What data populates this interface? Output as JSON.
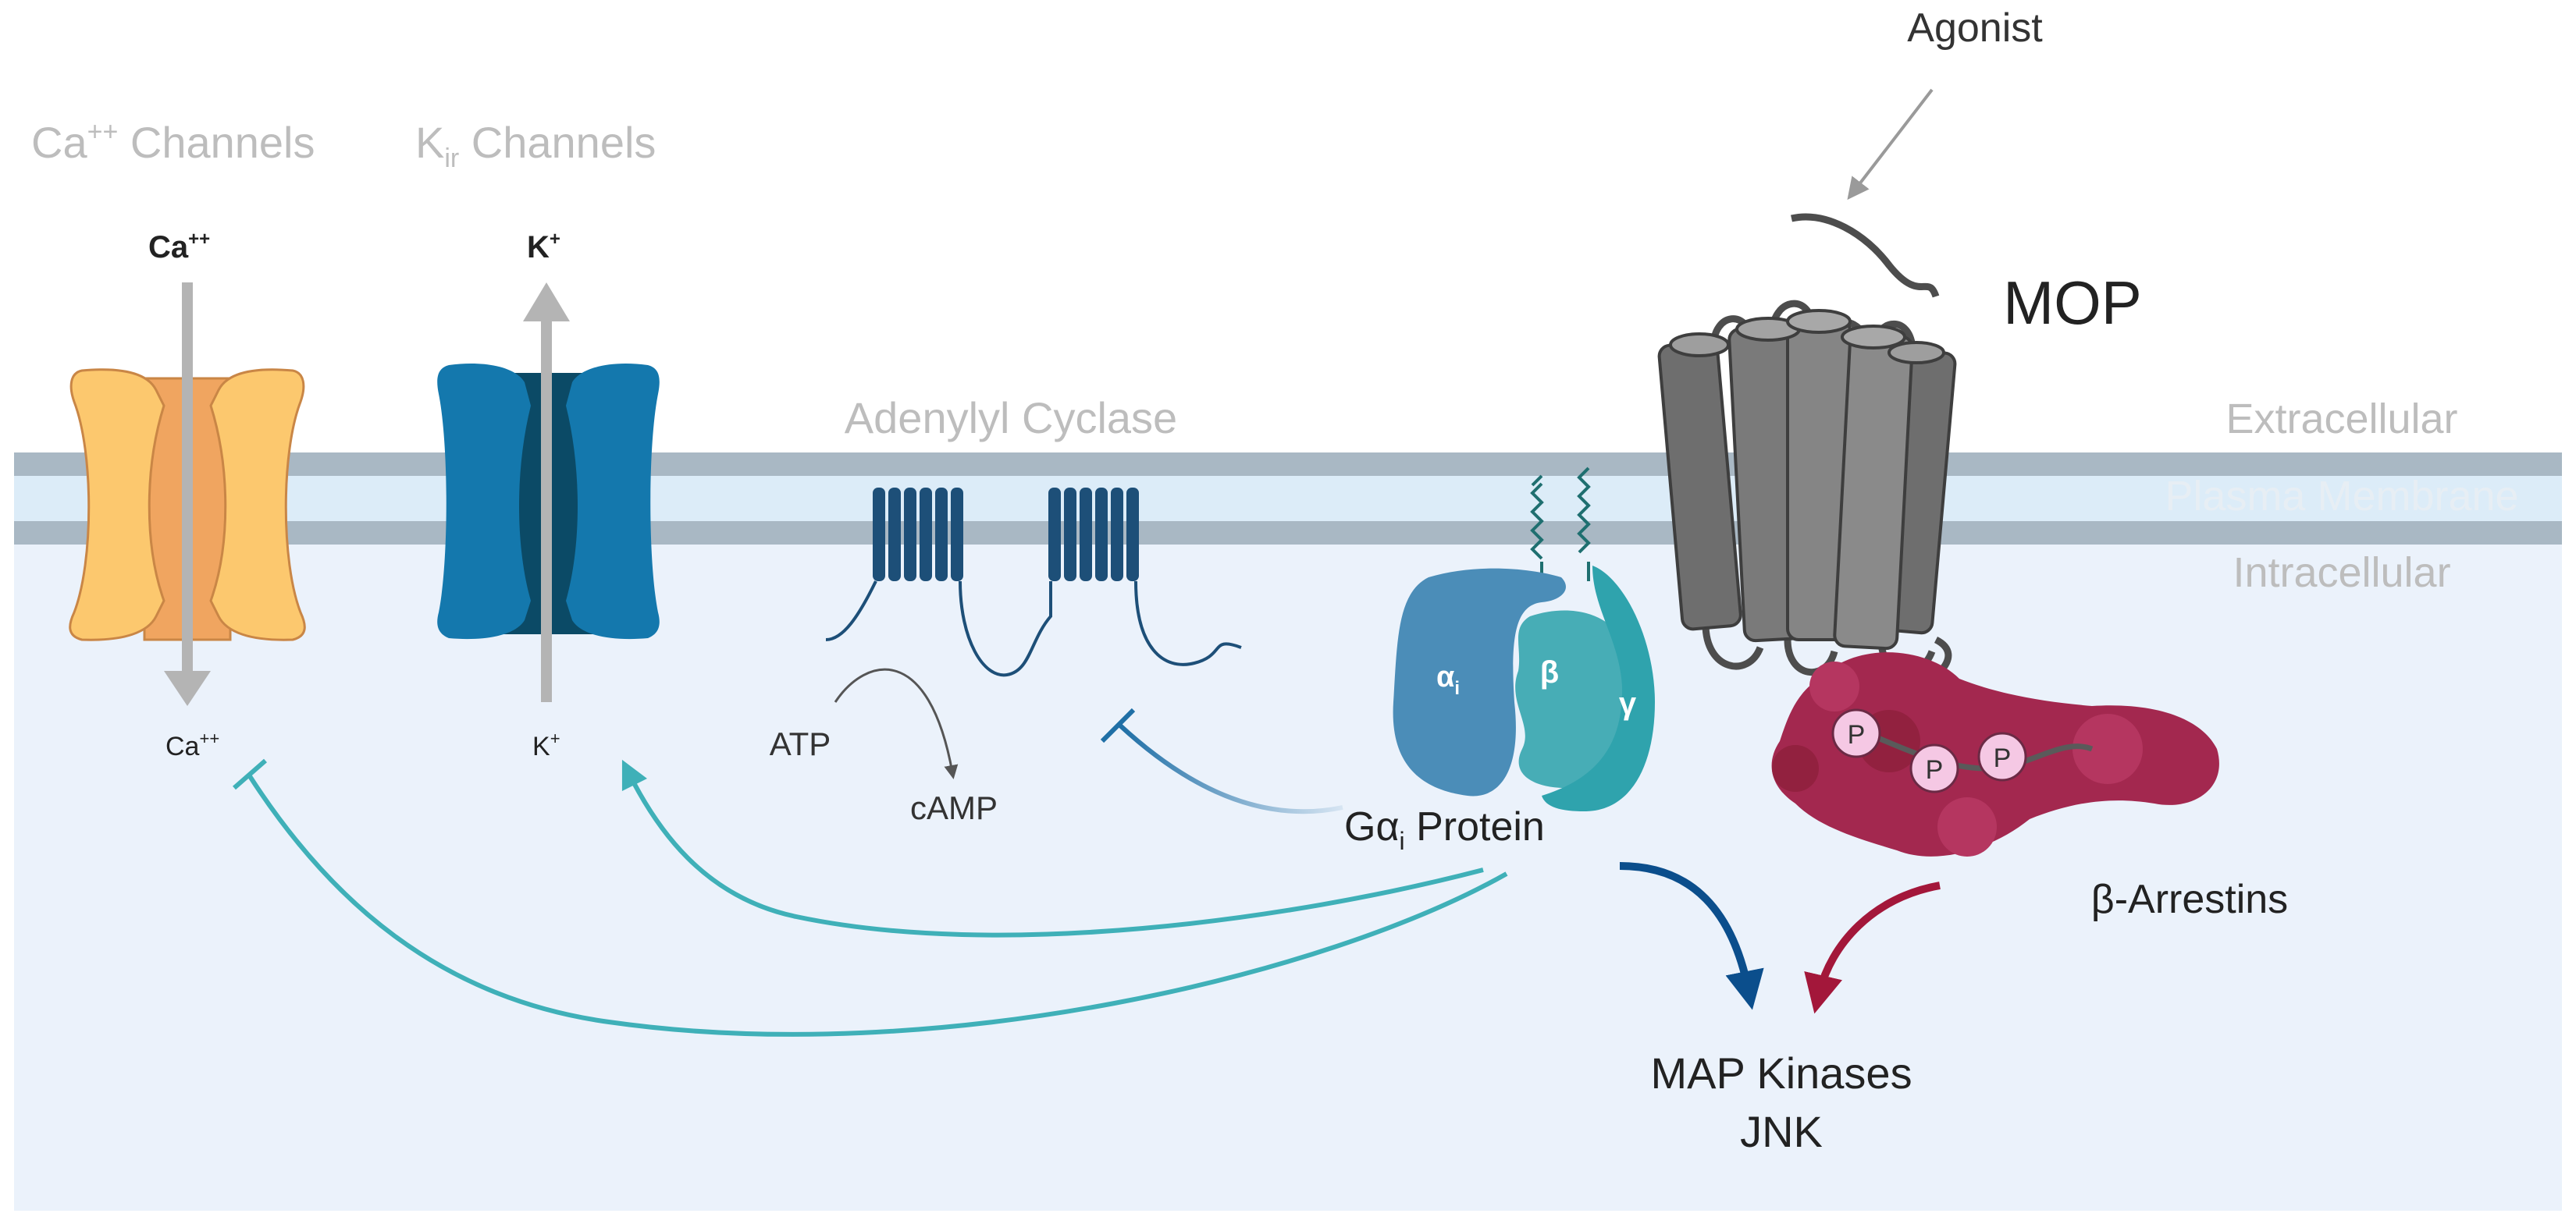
{
  "labels": {
    "agonist": "Agonist",
    "ca_channels_prefix": "Ca",
    "ca_channels_sup": "++",
    "ca_channels_suffix": " Channels",
    "kir_channels_prefix": "K",
    "kir_channels_sub": "ir",
    "kir_channels_suffix": " Channels",
    "ca_top": "Ca",
    "ca_top_sup": "++",
    "k_top": "K",
    "k_top_sup": "+",
    "ca_bottom": "Ca",
    "ca_bottom_sup": "++",
    "k_bottom": "K",
    "k_bottom_sup": "+",
    "adenylyl_cyclase": "Adenylyl Cyclase",
    "atp": "ATP",
    "camp": "cAMP",
    "mop": "MOP",
    "extracellular": "Extracellular",
    "plasma_membrane": "Plasma Membrane",
    "intracellular": "Intracellular",
    "alpha_i": "α",
    "alpha_i_sub": "i",
    "beta": "β",
    "gamma": "γ",
    "g_protein_prefix": "Gα",
    "g_protein_sub": "i",
    "g_protein_suffix": " Protein",
    "phospho_1": "P",
    "phospho_2": "P",
    "phospho_3": "P",
    "beta_arrestins": "β-Arrestins",
    "map_kinases": "MAP Kinases",
    "jnk": "JNK"
  },
  "colors": {
    "membrane_line": "#a9b8c4",
    "membrane_fill": "#dcecf8",
    "cytoplasm": "#ebf2fb",
    "ca_channel_outer": "#fcc86e",
    "ca_channel_inner": "#f0a560",
    "k_channel_outer": "#1478ad",
    "k_channel_inner": "#0b4a66",
    "cyclase": "#1d4f78",
    "alpha_subunit": "#4b8db8",
    "beta_subunit": "#47adb6",
    "gamma_subunit": "#2fa3ad",
    "receptor": "#8a8a8a",
    "arrestin": "#a3284f",
    "phospho": "#f5c8e4",
    "teal_arrow": "#3fb0b8",
    "blue_arrow": "#0b4e8c",
    "red_arrow": "#a3173a",
    "gray_text": "#bdbdbd"
  }
}
